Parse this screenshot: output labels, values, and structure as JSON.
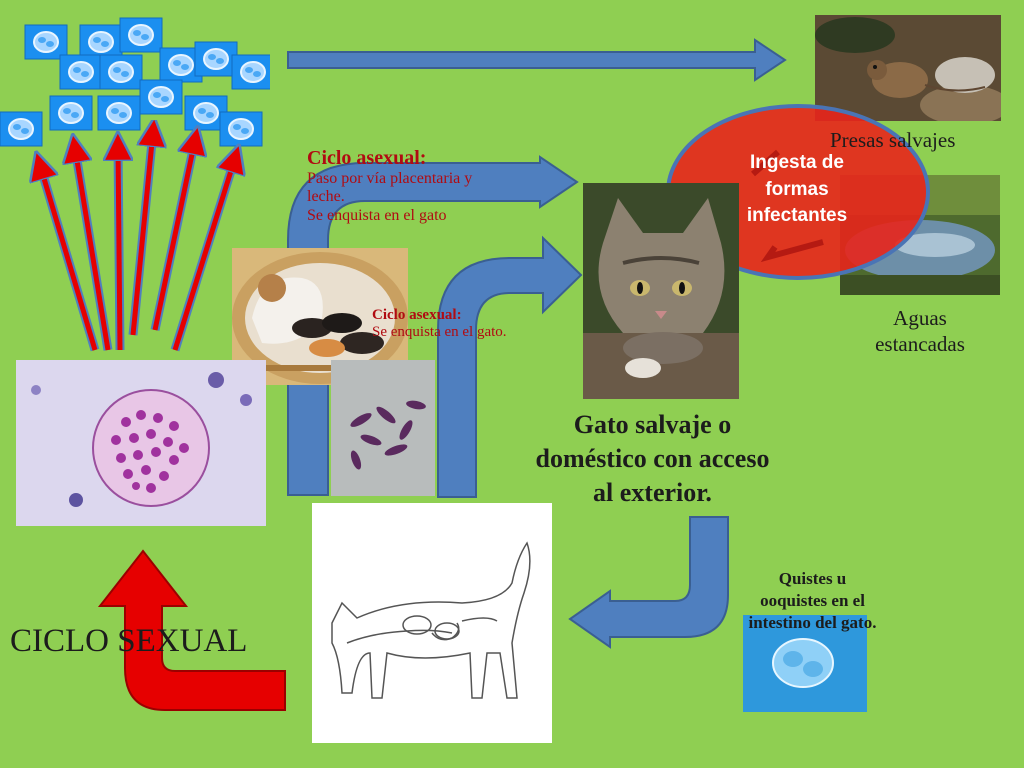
{
  "colors": {
    "background": "#8fcf52",
    "blue_arrow": "#4f7fbf",
    "blue_arrow_outline": "#3a5f92",
    "red_arrow": "#e60000",
    "ellipse_fill": "#e8251b",
    "ellipse_outline": "#4a74b5",
    "label_red": "#b00b12"
  },
  "labels": {
    "asexual_top_title": "Ciclo asexual:",
    "asexual_top_line1": "Paso por vía placentaria y",
    "asexual_top_line2": "leche.",
    "asexual_top_line3": "Se enquista en el gato",
    "asexual_mid_title": "Ciclo asexual:",
    "asexual_mid_line1": "Se enquista en el gato.",
    "presas": "Presas salvajes",
    "ingesta_line1": "Ingesta de",
    "ingesta_line2": "formas",
    "ingesta_line3": "infectantes",
    "aguas_line1": "Aguas",
    "aguas_line2": "estancadas",
    "gato_line1": "Gato salvaje o",
    "gato_line2": "doméstico con acceso",
    "gato_line3": "al exterior.",
    "quistes_line1": "Quistes u",
    "quistes_line2": "ooquistes en el",
    "quistes_line3": "intestino del gato.",
    "ciclo_sexual": "CICLO SEXUAL"
  },
  "images": {
    "oocyst_tiles": "ooquiste-tile",
    "mouse_photo": "raton",
    "pond_photo": "aguas",
    "cat_photo": "gato-con-presa",
    "kittens_photo": "gata-con-gatitos",
    "tachyzoites": "taquizoitos",
    "tissue_cyst": "quiste-tisular",
    "cat_intestine": "diagrama-gato",
    "oocyst_micro": "ooquiste-micro"
  }
}
